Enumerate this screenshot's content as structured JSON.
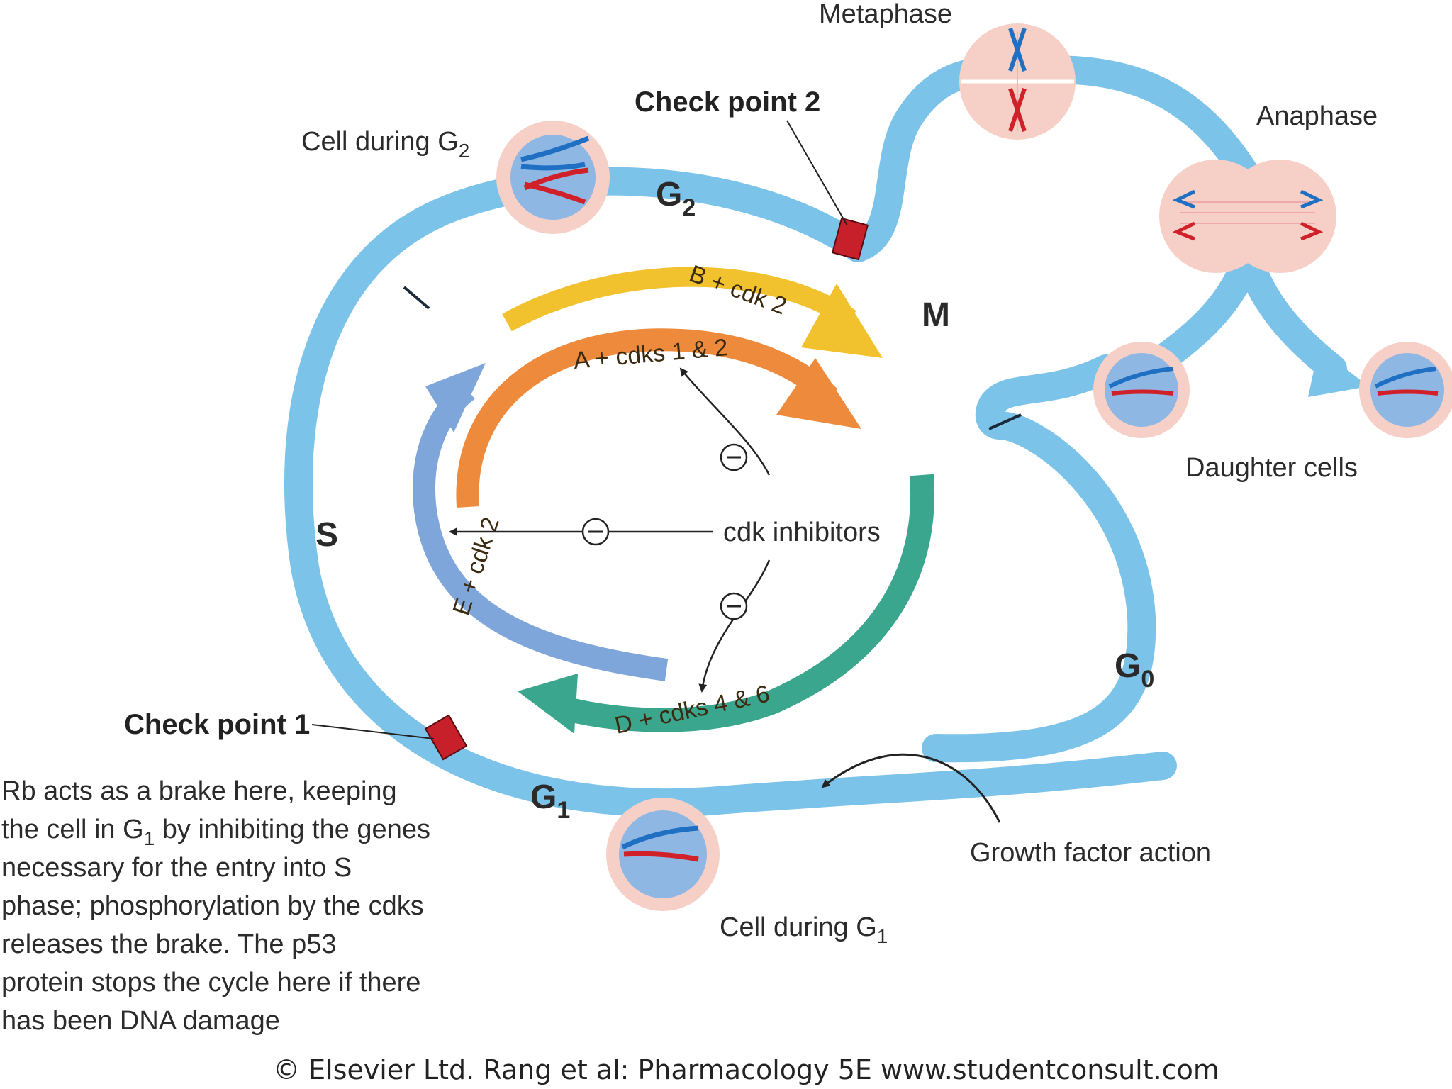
{
  "labels": {
    "metaphase": "Metaphase",
    "anaphase": "Anaphase",
    "checkpoint2": "Check point 2",
    "checkpoint1": "Check point 1",
    "cell_g2": "Cell during G",
    "cell_g2_sub": "2",
    "cell_g1": "Cell during G",
    "cell_g1_sub": "1",
    "daughter_cells": "Daughter cells",
    "cdk_inhibitors": "cdk inhibitors",
    "growth_factor": "Growth factor action",
    "phase_m": "M",
    "phase_s": "S",
    "phase_g2": "G",
    "phase_g2_sub": "2",
    "phase_g1": "G",
    "phase_g1_sub": "1",
    "phase_g0": "G",
    "phase_g0_sub": "0",
    "minus": "−"
  },
  "arrows": {
    "b_cdk2": "B + cdk 2",
    "a_cdks12": "A + cdks 1 & 2",
    "e_cdk2": "E + cdk 2",
    "d_cdks46": "D + cdks 4 & 6"
  },
  "rb_text": [
    "Rb acts as a brake here, keeping",
    "the cell in G",
    "necessary for the entry into S",
    "phase; phosphorylation by the cdks",
    "releases the brake.  The p53",
    "protein stops the cycle here if there",
    "has been DNA damage"
  ],
  "rb_line2_sub": "1",
  "rb_line2_rest": " by inhibiting the genes",
  "copyright": "© Elsevier Ltd. Rang et al: Pharmacology 5E www.studentconsult.com",
  "colors": {
    "cycle_blue": "#7cc3ea",
    "yellow": "#f2c12e",
    "orange": "#ee8a3c",
    "periwinkle": "#7fa6da",
    "teal": "#3aa68d",
    "checkpoint_red": "#c8202a",
    "cell_pink": "#f6cfc6",
    "nucleus_blue": "#8fb7e4"
  }
}
